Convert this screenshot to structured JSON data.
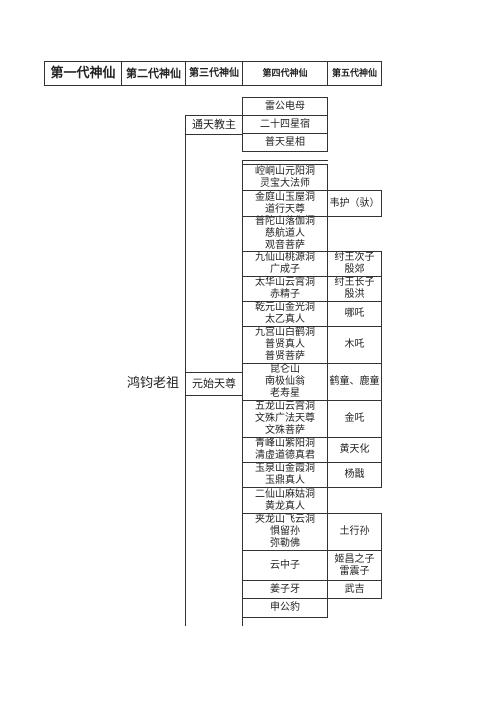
{
  "headers": [
    "第一代神仙",
    "第二代神仙",
    "第三代神仙",
    "第四代神仙",
    "第五代神仙"
  ],
  "gen1": "鸿钧老祖",
  "gen2": "元始天尊",
  "gen3a": "通天教主",
  "tongtian_disciples": [
    "雷公电母",
    "二十四星宿",
    "普天星相"
  ],
  "yuanshi_disciples": [
    [
      "崆峒山元阳洞",
      "灵宝大法师"
    ],
    [
      "金庭山玉屋洞",
      "道行天尊"
    ],
    [
      "普陀山落伽洞",
      "慈航道人",
      "观音菩萨"
    ],
    [
      "九仙山桃源洞",
      "广成子"
    ],
    [
      "太华山云霄洞",
      "赤精子"
    ],
    [
      "乾元山金光洞",
      "太乙真人"
    ],
    [
      "九宫山白鹤洞",
      "普贤真人",
      "普贤菩萨"
    ],
    [
      "昆仑山",
      "南极仙翁",
      "老寿星"
    ],
    [
      "五龙山云霄洞",
      "文殊广法天尊",
      "文殊菩萨"
    ],
    [
      "青峰山紫阳洞",
      "清虚道德真君"
    ],
    [
      "玉泉山金霞洞",
      "玉鼎真人"
    ],
    [
      "二仙山麻姑洞",
      "黄龙真人"
    ],
    [
      "夹龙山飞云洞",
      "惧留孙",
      "弥勒佛"
    ],
    [
      "云中子"
    ],
    [
      "姜子牙"
    ],
    [
      "申公豹"
    ]
  ],
  "gen5": [
    "韦护（驮）",
    [
      "纣王次子",
      "殷郊"
    ],
    [
      "纣王长子",
      "殷洪"
    ],
    "哪吒",
    "木吒",
    "鹤童、鹿童",
    "金吒",
    "黄天化",
    "杨戬",
    "土行孙",
    [
      "姬昌之子",
      "雷震子"
    ],
    "武吉"
  ]
}
